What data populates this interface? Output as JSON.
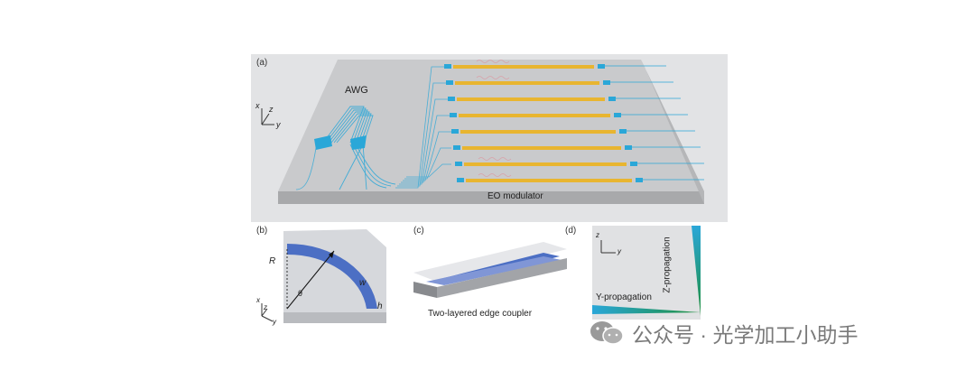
{
  "figure": {
    "panel_a": {
      "label": "(a)",
      "awg_label": "AWG",
      "modulator_label": "EO modulator",
      "axes": {
        "x": "x",
        "z": "z",
        "y": "y"
      }
    },
    "panel_b": {
      "label": "(b)",
      "R": "R",
      "theta": "θ",
      "w": "w",
      "h": "h",
      "axes": {
        "x": "x",
        "z": "z",
        "y": "y"
      }
    },
    "panel_c": {
      "label": "(c)",
      "caption": "Two-layered edge coupler"
    },
    "panel_d": {
      "label": "(d)",
      "y_prop": "Y-propagation",
      "z_prop": "Z-propagation",
      "axes": {
        "z": "z",
        "y": "y"
      }
    }
  },
  "watermark": {
    "icon": "wechat-icon",
    "text": "公众号 · 光学加工小助手"
  },
  "colors": {
    "waveguide": "#2aa7d8",
    "electrode": "#e8b530",
    "chip": "#c9cacc",
    "coupler": "#4c6fc4"
  }
}
